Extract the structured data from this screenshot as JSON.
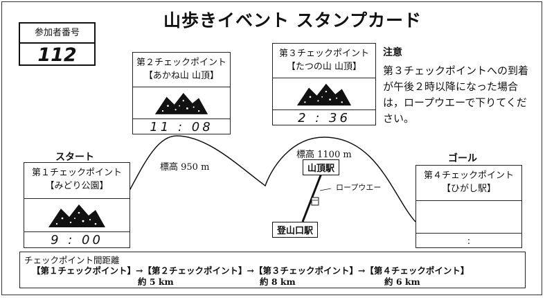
{
  "title": "山歩きイベント スタンプカード",
  "participant": {
    "label": "参加者番号",
    "number": "112"
  },
  "labels": {
    "start": "スタート",
    "goal": "ゴール"
  },
  "checkpoints": [
    {
      "name": "第１チェックポイント",
      "place": "【みどり公園】",
      "time": "9 : 00",
      "stamped": true
    },
    {
      "name": "第２チェックポイント",
      "place": "【あかね山 山頂】",
      "time": "11 : 08",
      "stamped": true
    },
    {
      "name": "第３チェックポイント",
      "place": "【たつの山 山頂】",
      "time": "2 : 36",
      "stamped": true
    },
    {
      "name": "第４チェックポイント",
      "place": "【ひがし駅】",
      "time": ":",
      "stamped": false
    }
  ],
  "elevations": {
    "akane": "標高 950 m",
    "tatsuno": "標高 1100 m"
  },
  "stations": {
    "summit": "山頂駅",
    "base": "登山口駅"
  },
  "ropeway_label": "ロープウエー",
  "note": {
    "heading": "注意",
    "body": "第３チェックポイントへの到着が午後２時以降になった場合は，ロープウエーで下りてください。"
  },
  "distance": {
    "title": "チェックポイント間距離",
    "route": "【第１チェックポイント】→【第２チェックポイント】→【第３チェックポイント】→【第４チェックポイント】",
    "segments": [
      "約 5 km",
      "約 8 km",
      "約 6 km"
    ]
  }
}
